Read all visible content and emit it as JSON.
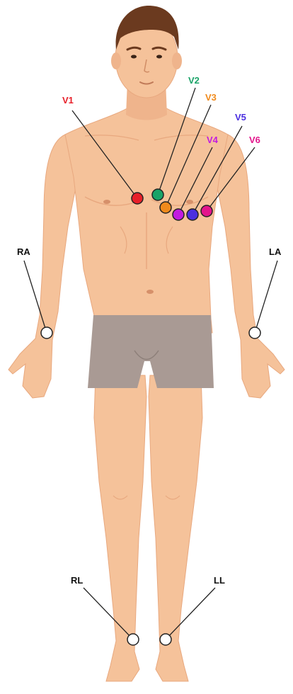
{
  "labels": {
    "v1": "V1",
    "v2": "V2",
    "v3": "V3",
    "v4": "V4",
    "v5": "V5",
    "v6": "V6",
    "ra": "RA",
    "la": "LA",
    "rl": "RL",
    "ll": "LL"
  },
  "colors": {
    "skin": "#f5c29a",
    "skin_shade": "#e8a87f",
    "hair": "#6b3a1f",
    "shorts": "#a99a94",
    "v1": "#e8202a",
    "v2": "#1aa368",
    "v3": "#f08a1c",
    "v4": "#c21be0",
    "v5": "#4b2fe0",
    "v6": "#e3158c",
    "limb_lead": "#222222"
  }
}
